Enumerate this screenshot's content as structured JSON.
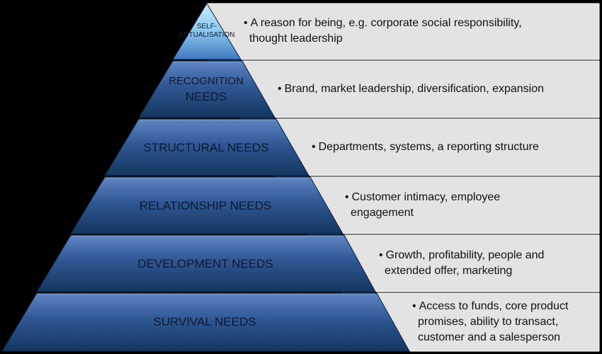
{
  "colors": {
    "background": "#000000",
    "panel": "#e3e3e3",
    "tier_dark": "#14365f",
    "tier_light": "#5f86c2",
    "apex_light": "#9fd3f4"
  },
  "tiers": [
    {
      "label_line1": "SELF-",
      "label_line2": "ACTUALISATION",
      "bullet": "•",
      "desc_line1": "A reason for being, e.g. corporate social responsibility,",
      "desc_line2": "thought leadership"
    },
    {
      "label_line1": "RECOGNITION",
      "label_line2": "NEEDS",
      "bullet": "•",
      "desc_line1": "Brand, market leadership, diversification, expansion",
      "desc_line2": ""
    },
    {
      "label_line1": "STRUCTURAL NEEDS",
      "label_line2": "",
      "bullet": "•",
      "desc_line1": "Departments, systems, a reporting structure",
      "desc_line2": ""
    },
    {
      "label_line1": "RELATIONSHIP NEEDS",
      "label_line2": "",
      "bullet": "•",
      "desc_line1": "Customer intimacy, employee",
      "desc_line2": "engagement"
    },
    {
      "label_line1": "DEVELOPMENT NEEDS",
      "label_line2": "",
      "bullet": "•",
      "desc_line1": "Growth, profitability, people and",
      "desc_line2": "extended offer, marketing"
    },
    {
      "label_line1": "SURVIVAL NEEDS",
      "label_line2": "",
      "bullet": "•",
      "desc_line1": "Access to funds, core product",
      "desc_line2": "promises, ability to transact,",
      "desc_line3": "customer and a salesperson"
    }
  ]
}
